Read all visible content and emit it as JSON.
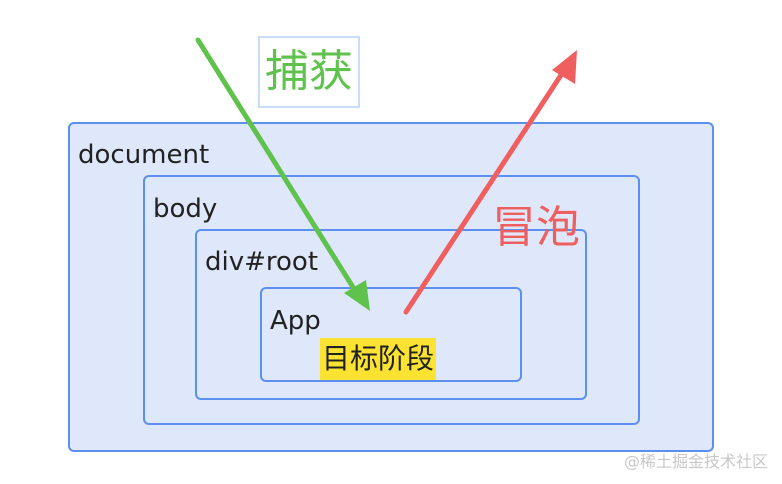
{
  "boxes": {
    "document": "document",
    "body": "body",
    "root": "div#root",
    "app": "App"
  },
  "labels": {
    "capture": "捕获",
    "bubble": "冒泡",
    "target": "目标阶段"
  },
  "watermark": "@稀土掘金技术社区",
  "colors": {
    "box_fill": "#dfe8fb",
    "box_border": "#5b8ff0",
    "capture_arrow": "#5fc24c",
    "bubble_arrow": "#ef5f5f",
    "target_highlight": "#fde331"
  }
}
